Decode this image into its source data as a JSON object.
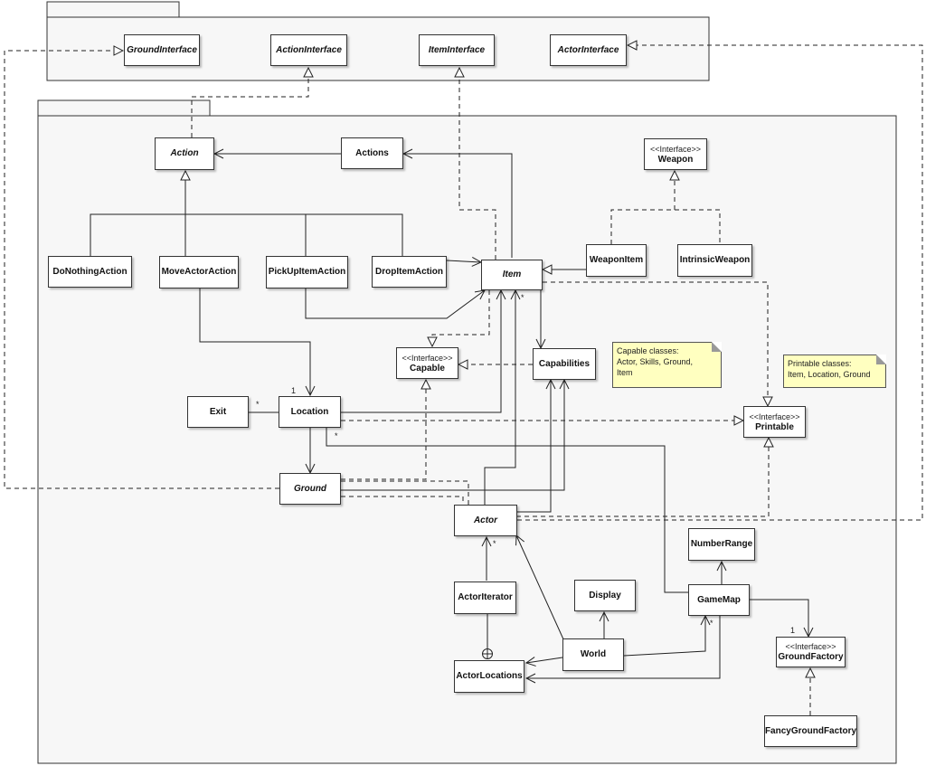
{
  "classes": {
    "ground_interface": {
      "name": "GroundInterface"
    },
    "action_interface": {
      "name": "ActionInterface"
    },
    "item_interface": {
      "name": "ItemInterface"
    },
    "actor_interface": {
      "name": "ActorInterface"
    },
    "action": {
      "name": "Action"
    },
    "actions": {
      "name": "Actions"
    },
    "weapon": {
      "stereotype": "<<Interface>>",
      "name": "Weapon"
    },
    "do_nothing_action": {
      "name": "DoNothingAction"
    },
    "move_actor_action": {
      "name": "MoveActorAction"
    },
    "pick_up_item_action": {
      "name": "PickUpItemAction"
    },
    "drop_item_action": {
      "name": "DropItemAction"
    },
    "item": {
      "name": "Item"
    },
    "weapon_item": {
      "name": "WeaponItem"
    },
    "intrinsic_weapon": {
      "name": "IntrinsicWeapon"
    },
    "capable": {
      "stereotype": "<<Interface>>",
      "name": "Capable"
    },
    "capabilities": {
      "name": "Capabilities"
    },
    "exit": {
      "name": "Exit"
    },
    "location": {
      "name": "Location"
    },
    "printable": {
      "stereotype": "<<Interface>>",
      "name": "Printable"
    },
    "ground": {
      "name": "Ground"
    },
    "actor": {
      "name": "Actor"
    },
    "number_range": {
      "name": "NumberRange"
    },
    "actor_iterator": {
      "name": "ActorIterator"
    },
    "display": {
      "name": "Display"
    },
    "game_map": {
      "name": "GameMap"
    },
    "world": {
      "name": "World"
    },
    "ground_factory": {
      "stereotype": "<<Interface>>",
      "name": "GroundFactory"
    },
    "actor_locations": {
      "name": "ActorLocations"
    },
    "fancy_ground_factory": {
      "name": "FancyGroundFactory"
    }
  },
  "notes": {
    "capable_note": {
      "line1": "Capable classes:",
      "line2": "Actor, Skills, Ground,",
      "line3": "Item"
    },
    "printable_note": {
      "line1": "Printable classes:",
      "line2": "Item, Location, Ground"
    }
  },
  "multiplicities": {
    "location_one": "1",
    "exit_many": "*",
    "item_many": "*",
    "location_many": "*",
    "actor_many": "*",
    "gamemap_many": "*",
    "groundfactory_one": "1"
  },
  "colors": {
    "line": "#222222",
    "package_fill": "#f7f7f7",
    "note_fill": "#ffffc0"
  }
}
